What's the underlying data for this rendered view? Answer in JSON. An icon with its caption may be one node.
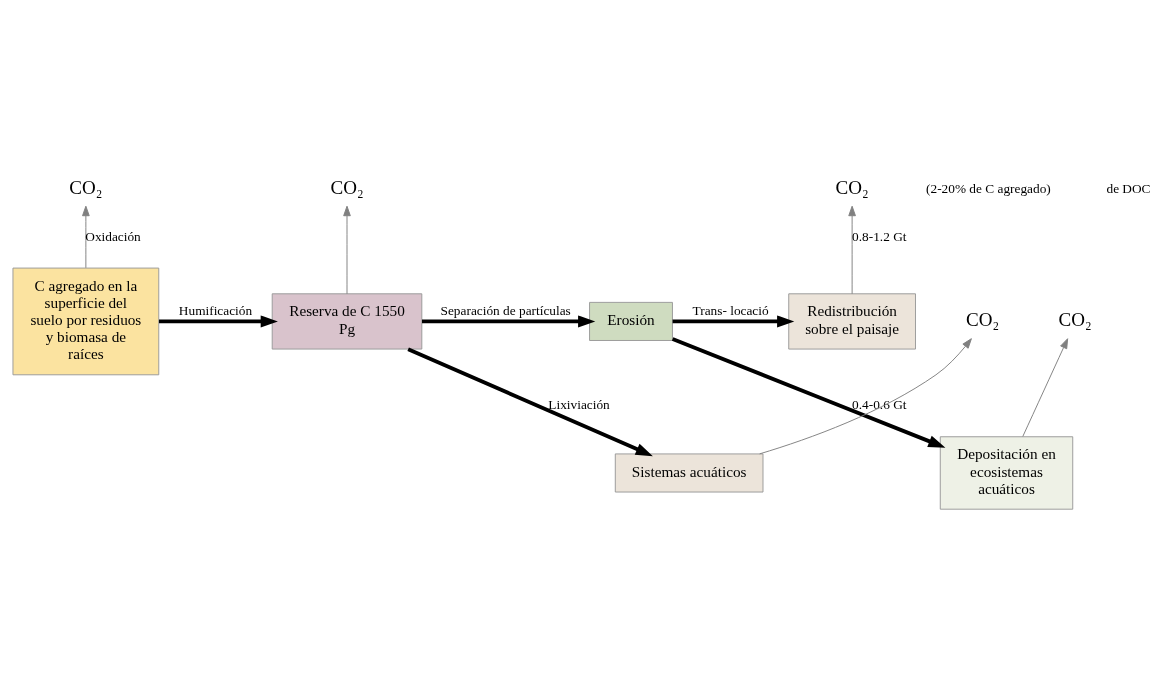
{
  "diagram": {
    "nodes": [
      {
        "text": [
          "C agregado en la superficie del suelo por residuos y biomasa de raíces"
        ]
      },
      {
        "text": [
          "Reserva de C 1550 Pg"
        ]
      },
      {
        "text": [
          "Erosión"
        ]
      },
      {
        "text": [
          "Redistribución sobre el paisaje"
        ]
      },
      {
        "text": [
          "Depositación en ecosistemas acuáticos"
        ]
      },
      {
        "text": [
          "Sistemas acuáticos"
        ]
      },
      {
        "text": [
          "CO₂"
        ]
      },
      {
        "text": [
          "CO₂"
        ]
      },
      {
        "text": [
          "CO₂"
        ]
      },
      {
        "text": [
          "CO₂"
        ]
      },
      {
        "text": [
          "CO₂"
        ]
      }
    ],
    "edges": [
      {
        "from": 0,
        "to": 6,
        "arrow": "to",
        "label": "Oxidación"
      },
      {
        "from": 1,
        "to": 7,
        "arrow": "to"
      },
      {
        "from": 3,
        "to": 8,
        "arrow": "to",
        "label": "0.8-1.2 Gt"
      },
      {
        "from": 0,
        "to": 1,
        "arrow": "to",
        "label": "Humificación",
        "style": "thick",
        "color": "#000000"
      },
      {
        "from": 1,
        "to": 2,
        "arrow": "to",
        "label": "Separación de partículas",
        "style": "thick",
        "color": "#000000"
      },
      {
        "from": 2,
        "to": 3,
        "arrow": "to",
        "label": "Trans- locació",
        "style": "thick",
        "color": "#000000"
      },
      {
        "from": 2,
        "to": 4,
        "arrow": "to",
        "label": "0.4-0.6 Gt",
        "style": "thick",
        "color": "#000000"
      },
      {
        "from": 4,
        "to": 9,
        "arrow": "to"
      },
      {
        "from": 1,
        "to": 5,
        "arrow": "to",
        "label": "Lixiviación",
        "style": "thick",
        "color": "#000000"
      },
      {
        "from": 5,
        "to": 10,
        "arrow": "to"
      }
    ],
    "labels": [
      "(2-20% de C agregado)",
      "de DOC"
    ]
  }
}
